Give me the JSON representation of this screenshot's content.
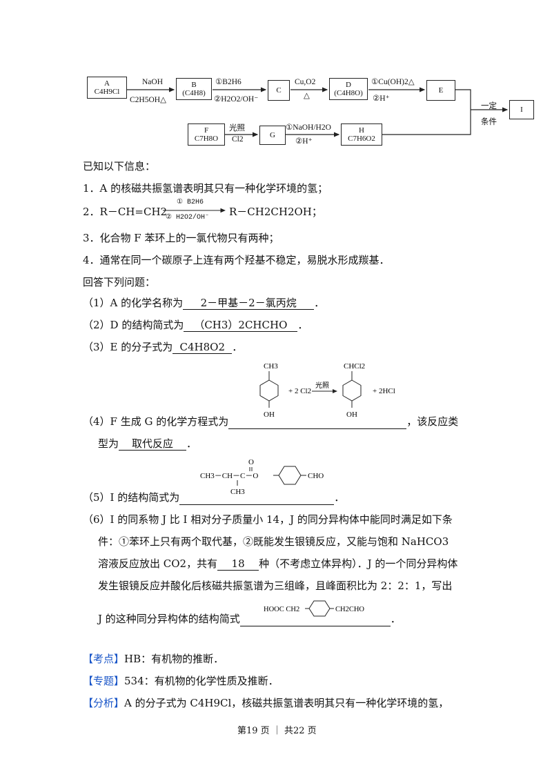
{
  "scheme": {
    "A_label": "A",
    "A_formula": "C4H9Cl",
    "arrow1_top": "NaOH",
    "arrow1_bottom": "C2H5OH△",
    "B_label": "B",
    "B_formula": "(C4H8)",
    "arrow2_top": "①B2H6",
    "arrow2_bottom": "②H2O2/OH⁻",
    "C_label": "C",
    "arrow3_top": "Cu,O2",
    "arrow3_bottom": "△",
    "D_label": "D",
    "D_formula": "(C4H8O)",
    "arrow4_top": "①Cu(OH)2△",
    "arrow4_bottom": "②H⁺",
    "E_label": "E",
    "final_top": "一定",
    "final_bottom": "条件",
    "I_label": "I",
    "F_label": "F",
    "F_formula": "C7H8O",
    "arrow5_top": "光照",
    "arrow5_bottom": "Cl2",
    "G_label": "G",
    "arrow6_top": "①NaOH/H2O",
    "arrow6_bottom": "②H⁺",
    "H_label": "H",
    "H_formula": "C7H6O2"
  },
  "known_heading": "已知以下信息：",
  "info": {
    "i1": "1．A 的核磁共振氢谱表明其只有一种化学环境的氢；",
    "i2_left": "2．R－CH=CH2",
    "i2_top": "① B2H6",
    "i2_bottom": "② H2O2/OH⁻",
    "i2_right": "R－CH2CH2OH；",
    "i3": "3．化合物 F 苯环上的一氯代物只有两种；",
    "i4": "4．通常在同一个碳原子上连有两个羟基不稳定，易脱水形成羰基．"
  },
  "answer_heading": "回答下列问题：",
  "q1": {
    "prefix": "（1）A 的化学名称为",
    "answer": "2－甲基－2－氯丙烷",
    "suffix": "．"
  },
  "q2": {
    "prefix": "（2）D 的结构简式为",
    "answer": "（CH3）2CHCHO",
    "suffix": "．"
  },
  "q3": {
    "prefix": "（3）E 的分子式为",
    "answer": "C4H8O2",
    "suffix": "．"
  },
  "q4": {
    "prefix": "（4）F 生成 G 的化学方程式为",
    "suffix": "，该反应类",
    "line2_prefix": "型为",
    "type_answer": "取代反应",
    "line2_suffix": "．",
    "eq": {
      "ch3": "CH3",
      "oh1": "OH",
      "plus1": "+ 2 Cl2",
      "cond": "光照",
      "chcl2": "CHCl2",
      "oh2": "OH",
      "plus2": "+ 2HCl"
    }
  },
  "q5": {
    "prefix": "（5）I 的结构简式为",
    "suffix": "．",
    "struct": {
      "o": "O",
      "chain": "CH3－CH－C－O",
      "ch3": "CH3",
      "cho": "CHO"
    }
  },
  "q6": {
    "l1": "（6）I 的同系物 J 比 I 相对分子质量小 14，J 的同分异构体中能同时满足如下条",
    "l2": "件：①苯环上只有两个取代基，②既能发生银镜反应，又能与饱和 NaHCO3",
    "l3_prefix": "溶液反应放出 CO2，共有",
    "l3_answer": "18",
    "l3_suffix": "种（不考虑立体异构）．J 的一个同分异构体",
    "l4": "发生银镜反应并酸化后核磁共振氢谱为三组峰，且峰面积比为 2：2：1，写出",
    "l5_prefix": "J 的这种同分异构体的结构简式",
    "l5_suffix": "．",
    "struct": {
      "left": "HOOC CH2",
      "right": "CH2CHO"
    }
  },
  "kaodian": {
    "tag": "【考点】",
    "text": "HB：有机物的推断．"
  },
  "zhuanti": {
    "tag": "【专题】",
    "text": "534：有机物的化学性质及推断．"
  },
  "fenxi": {
    "tag": "【分析】",
    "text": "A 的分子式为 C4H9Cl，核磁共振氢谱表明其只有一种化学环境的氢，"
  },
  "footer": "第19 页 ｜ 共22 页"
}
